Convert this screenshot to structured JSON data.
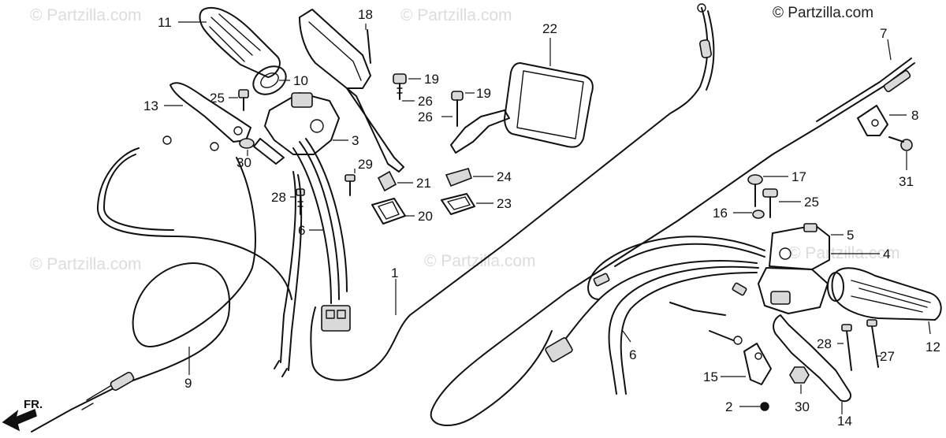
{
  "copyright": "© Partzilla.com",
  "watermark": "© Partzilla.com",
  "direction_label": "FR.",
  "callouts": {
    "c1": "1",
    "c2": "2",
    "c3": "3",
    "c4": "4",
    "c5": "5",
    "c6a": "6",
    "c6b": "6",
    "c7": "7",
    "c8": "8",
    "c9": "9",
    "c10": "10",
    "c11": "11",
    "c12": "12",
    "c13": "13",
    "c14": "14",
    "c15": "15",
    "c16": "16",
    "c17": "17",
    "c18": "18",
    "c19a": "19",
    "c19b": "19",
    "c20": "20",
    "c21": "21",
    "c22": "22",
    "c23": "23",
    "c24": "24",
    "c25a": "25",
    "c25b": "25",
    "c26a": "26",
    "c26b": "26",
    "c27": "27",
    "c28a": "28",
    "c28b": "28",
    "c29": "29",
    "c30a": "30",
    "c30b": "30",
    "c31": "31"
  }
}
